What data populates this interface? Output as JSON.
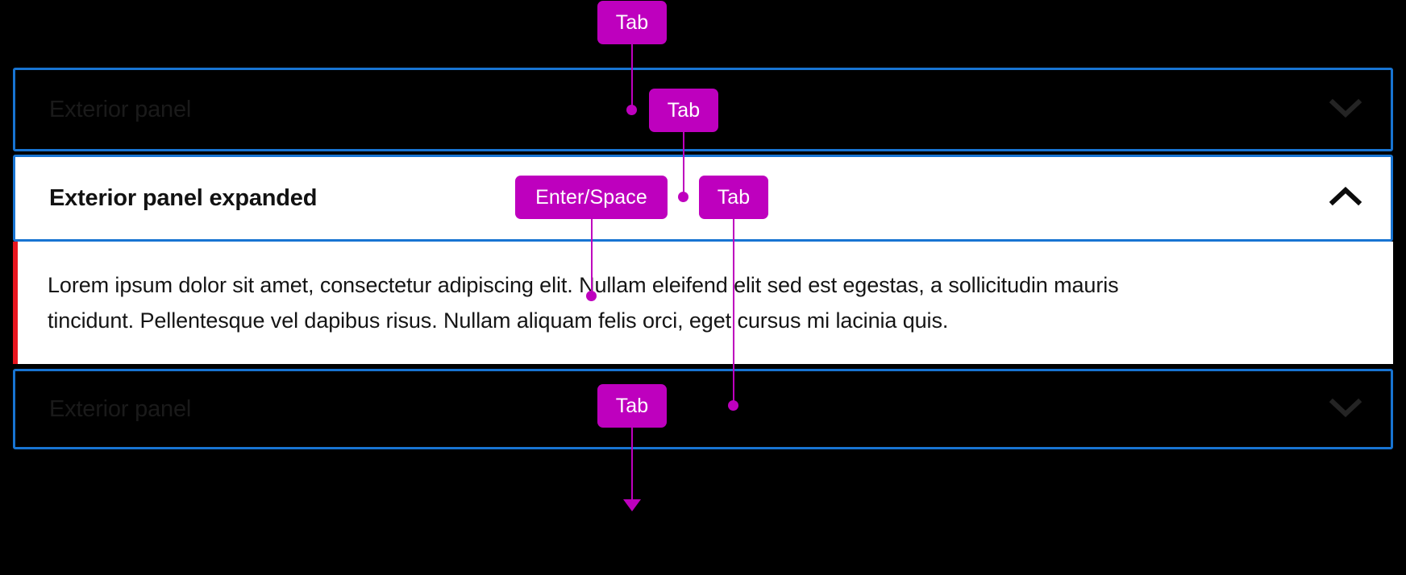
{
  "theme": {
    "background": "#000000",
    "panel_border": "#1874D2",
    "key_hint": "#BE00BE",
    "accent_bar": "#E8161F",
    "expanded_background": "#ffffff"
  },
  "panels": [
    {
      "id": "panel-top",
      "title": "Exterior panel",
      "state": "collapsed",
      "icon": "chevron-down-icon"
    },
    {
      "id": "panel-expanded",
      "title": "Exterior panel expanded",
      "state": "expanded",
      "icon": "chevron-up-icon",
      "body": "Lorem ipsum dolor sit amet, consectetur adipiscing elit. Nullam eleifend elit sed est egestas, a sollicitudin mauris tincidunt. Pellentesque vel dapibus risus. Nullam aliquam felis orci, eget cursus mi lacinia quis."
    },
    {
      "id": "panel-bottom",
      "title": "Exterior panel",
      "state": "collapsed",
      "icon": "chevron-down-icon"
    }
  ],
  "key_hints": [
    {
      "id": "hint-tab-1",
      "label": "Tab"
    },
    {
      "id": "hint-tab-2",
      "label": "Tab"
    },
    {
      "id": "hint-enter-space",
      "label": "Enter/Space"
    },
    {
      "id": "hint-tab-3",
      "label": "Tab"
    },
    {
      "id": "hint-tab-4",
      "label": "Tab"
    }
  ]
}
